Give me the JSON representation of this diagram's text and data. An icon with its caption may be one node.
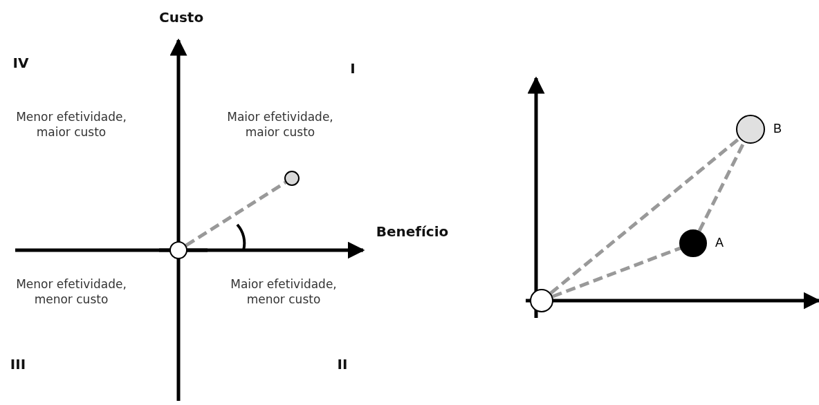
{
  "diagram": {
    "nodes": [
      {
        "text": [],
        "shape": "circle"
      },
      {
        "text": [],
        "shape": "circle"
      },
      {
        "text": [],
        "shape": "circle"
      },
      {
        "text": [],
        "shape": "circle",
        "beside": [
          "B"
        ]
      },
      {
        "text": [],
        "shape": "circle",
        "beside": [
          "A"
        ]
      }
    ],
    "edges": [
      {
        "from": 0,
        "to": 1,
        "arrow": "none",
        "style": "dashed"
      },
      {
        "from": 2,
        "to": 3,
        "arrow": "none",
        "style": "dashed"
      },
      {
        "from": 2,
        "to": 4,
        "arrow": "none",
        "style": "dashed"
      },
      {
        "from": 4,
        "to": 3,
        "arrow": "none",
        "style": "dashed"
      }
    ],
    "labels": [
      "Custo",
      "IV",
      "I",
      "Menor efetividade, maior custo",
      "Maior efetividade, maior custo",
      "Benefício",
      "Menor efetividade, menor custo",
      "Maior efetividade, menor custo",
      "III",
      "II"
    ]
  }
}
